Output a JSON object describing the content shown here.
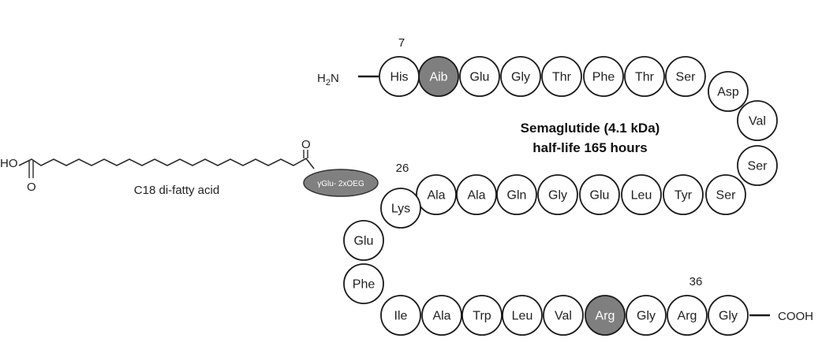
{
  "title": {
    "line1": "Semaglutide (4.1 kDa)",
    "line2": "half-life 165 hours"
  },
  "colors": {
    "residue_fill": "#ffffff",
    "modified_fill": "#7f7f7f",
    "outline": "#1a1a1a",
    "linker_fill": "#808080"
  },
  "n_terminus": {
    "label": "H",
    "subscript": "2",
    "suffix": "N"
  },
  "c_terminus": {
    "label": "COOH"
  },
  "position_markers": [
    "7",
    "26",
    "36"
  ],
  "fatty_acid": {
    "label": "C18 di-fatty acid",
    "acid_group": "HO",
    "oxygen_left": "O",
    "oxygen_right": "O"
  },
  "linker": {
    "label": "γGlu- 2xOEG"
  },
  "residues": [
    {
      "name": "His",
      "modified": false
    },
    {
      "name": "Aib",
      "modified": true
    },
    {
      "name": "Glu",
      "modified": false
    },
    {
      "name": "Gly",
      "modified": false
    },
    {
      "name": "Thr",
      "modified": false
    },
    {
      "name": "Phe",
      "modified": false
    },
    {
      "name": "Thr",
      "modified": false
    },
    {
      "name": "Ser",
      "modified": false
    },
    {
      "name": "Asp",
      "modified": false
    },
    {
      "name": "Val",
      "modified": false
    },
    {
      "name": "Ser",
      "modified": false
    },
    {
      "name": "Ser",
      "modified": false
    },
    {
      "name": "Tyr",
      "modified": false
    },
    {
      "name": "Leu",
      "modified": false
    },
    {
      "name": "Glu",
      "modified": false
    },
    {
      "name": "Gly",
      "modified": false
    },
    {
      "name": "Gln",
      "modified": false
    },
    {
      "name": "Ala",
      "modified": false
    },
    {
      "name": "Ala",
      "modified": false
    },
    {
      "name": "Lys",
      "modified": false
    },
    {
      "name": "Glu",
      "modified": false
    },
    {
      "name": "Phe",
      "modified": false
    },
    {
      "name": "Ile",
      "modified": false
    },
    {
      "name": "Ala",
      "modified": false
    },
    {
      "name": "Trp",
      "modified": false
    },
    {
      "name": "Leu",
      "modified": false
    },
    {
      "name": "Val",
      "modified": false
    },
    {
      "name": "Arg",
      "modified": true
    },
    {
      "name": "Gly",
      "modified": false
    },
    {
      "name": "Arg",
      "modified": false
    },
    {
      "name": "Gly",
      "modified": false
    }
  ]
}
